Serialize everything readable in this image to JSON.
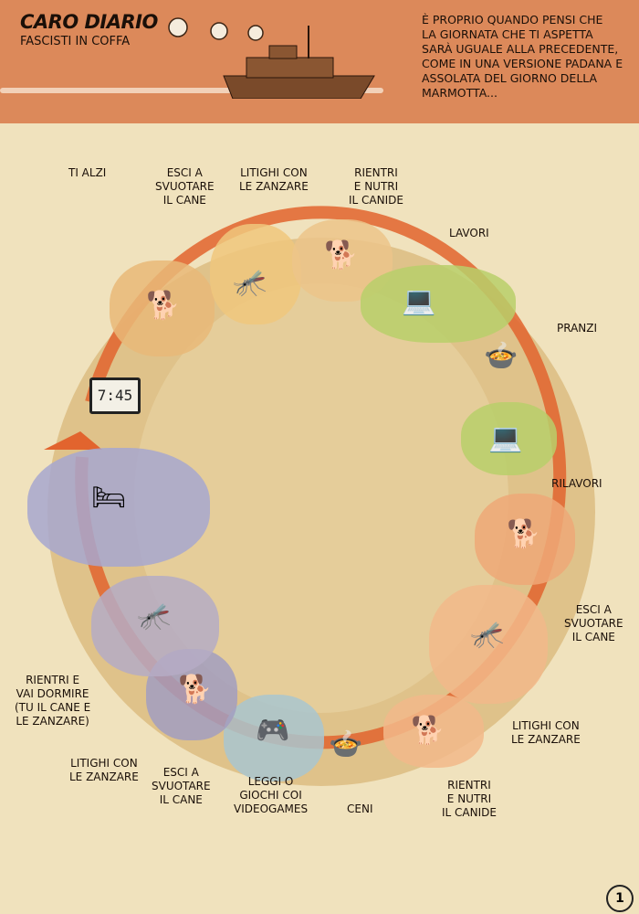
{
  "header": {
    "title": "CARO DIARIO",
    "subtitle": "FASCISTI IN COFFA",
    "intro": "È PROPRIO QUANDO PENSI CHE\nLA GIORNATA CHE TI ASPETTA\nSARÀ UGUALE ALLA PRECEDENTE,\nCOME IN UNA VERSIONE PADANA E\nASSOLATA DEL GIORNO DELLA\nMARMOTTA..."
  },
  "clock": {
    "time": "7:45"
  },
  "steps": [
    "TI ALZI",
    "ESCI A\nSVUOTARE\nIL CANE",
    "LITIGHI CON\nLE ZANZARE",
    "RIENTRI\nE NUTRI\nIL CANIDE",
    "LAVORI",
    "PRANZI",
    "RILAVORI",
    "ESCI A\nSVUOTARE\nIL CANE",
    "LITIGHI CON\nLE ZANZARE",
    "RIENTRI\nE NUTRI\nIL CANIDE",
    "CENI",
    "LEGGI O\nGIOCHI COI\nVIDEOGAMES",
    "ESCI A\nSVUOTARE\nIL CANE",
    "LITIGHI CON\nLE ZANZARE",
    "RIENTRI E\nVAI DORMIRE\n(TU IL CANE E\nLE ZANZARE)"
  ],
  "page_number": "1",
  "colors": {
    "header": "#dc895a",
    "paper": "#f0e2bd",
    "ring": "#d9b77a",
    "arrow": "#e2642e"
  }
}
